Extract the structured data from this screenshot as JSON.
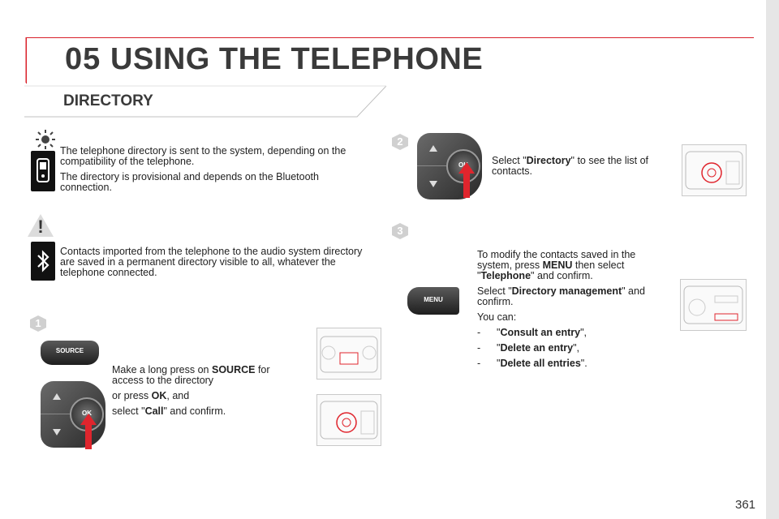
{
  "header": {
    "chapter": "05",
    "title": "USING THE TELEPHONE"
  },
  "section": {
    "title": "DIRECTORY"
  },
  "info_block": {
    "p1": "The telephone directory is sent to the system, depending on the compatibility of the telephone.",
    "p2": "The directory is provisional and depends on the Bluetooth connection."
  },
  "warning_block": {
    "p1": "Contacts imported from the telephone to the audio system directory are saved in a permanent directory visible to all, whatever the telephone connected."
  },
  "steps": [
    {
      "number": "1"
    },
    {
      "number": "2"
    },
    {
      "number": "3"
    }
  ],
  "step1": {
    "line1_a": "Make a long press on ",
    "line1_b": "SOURCE",
    "line1_c": " for access to the directory",
    "line2_a": "or press ",
    "line2_b": "OK",
    "line2_c": ", and",
    "line3_a": "select \"",
    "line3_b": "Call",
    "line3_c": "\" and confirm."
  },
  "step2": {
    "a": "Select \"",
    "b": "Directory",
    "c": "\" to see the list of contacts."
  },
  "step3": {
    "p1_a": "To modify the contacts saved in the system, press ",
    "p1_b": "MENU",
    "p1_c": " then select \"",
    "p1_d": "Telephone",
    "p1_e": "\" and confirm.",
    "p2_a": "Select \"",
    "p2_b": "Directory management",
    "p2_c": "\" and confirm.",
    "p3": "You can:",
    "items": [
      {
        "dash": "-",
        "q1": "\"",
        "label": "Consult an entry",
        "q2": "\","
      },
      {
        "dash": "-",
        "q1": "\"",
        "label": "Delete an entry",
        "q2": "\","
      },
      {
        "dash": "-",
        "q1": "\"",
        "label": "Delete all entries",
        "q2": "\"."
      }
    ]
  },
  "buttons": {
    "source": "SOURCE",
    "ok": "OK",
    "menu": "MENU"
  },
  "page": {
    "number": "361"
  },
  "colors": {
    "accent_red": "#d9202a",
    "arrow_red": "#e0252d",
    "dark": "#3a3a3a"
  }
}
